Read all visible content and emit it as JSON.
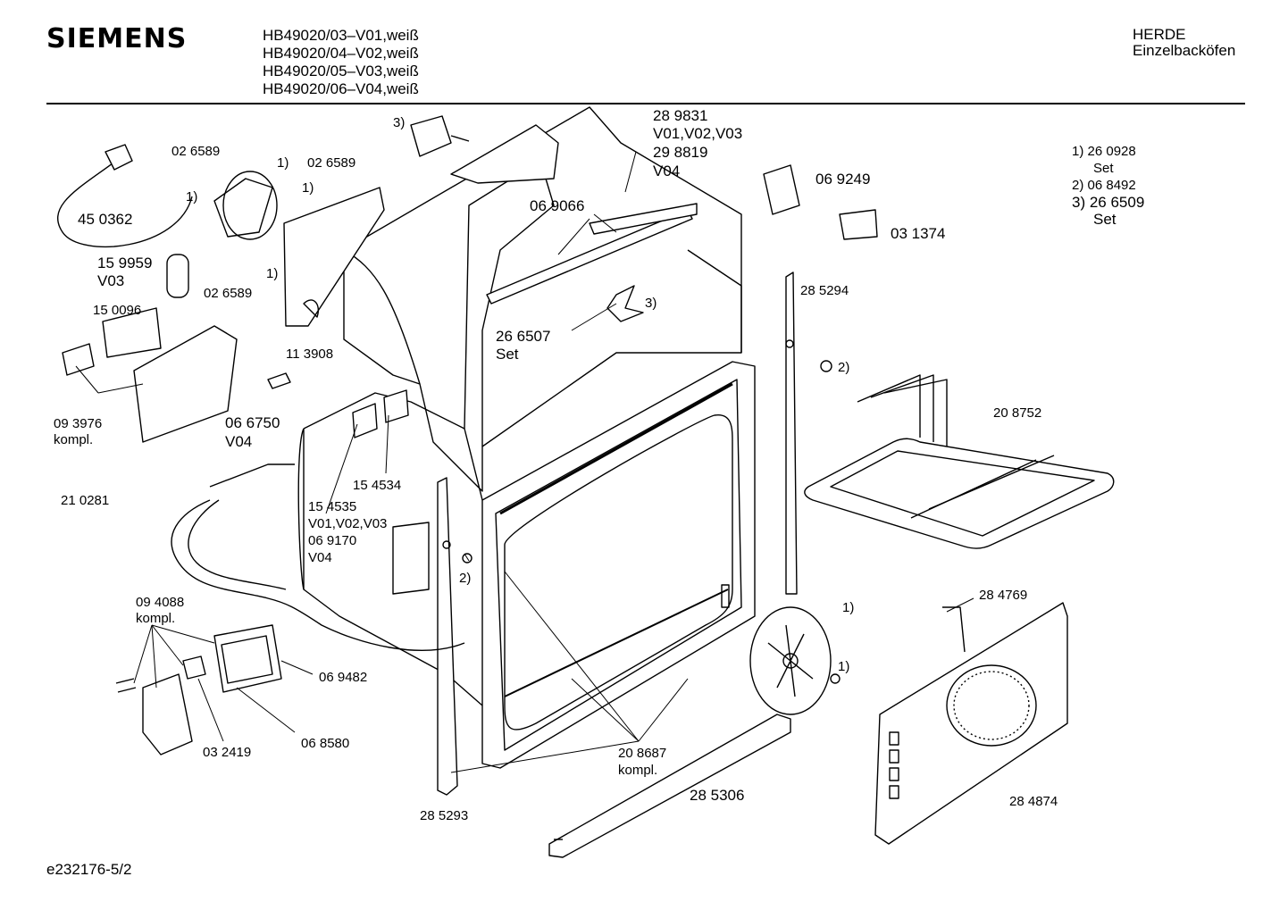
{
  "header": {
    "brand": "SIEMENS",
    "models": [
      "HB49020/03–V01,weiß",
      "HB49020/04–V02,weiß",
      "HB49020/05–V03,weiß",
      "HB49020/06–V04,weiß"
    ],
    "category_line1": "HERDE",
    "category_line2": "Einzelbacköfen"
  },
  "footnotes": [
    {
      "line1": "1)  26 0928",
      "line2": "Set"
    },
    {
      "line1": "2)  06 8492",
      "line2": ""
    },
    {
      "line1": "3)  26 6509",
      "line2": "Set"
    }
  ],
  "footer": {
    "doc_id": "e232176-5/2"
  },
  "callouts": {
    "c1": "02 6589",
    "c1n": "1)",
    "c2": "02 6589",
    "c2n": "1)",
    "c3": "02 6589",
    "c3n": "1)",
    "c3b": "1)",
    "c4": "45 0362",
    "c5a": "15 9959",
    "c5b": "V03",
    "c6": "15 0096",
    "c7": "11 3908",
    "c8a": "09 3976",
    "c8b": "kompl.",
    "c9a": "06 6750",
    "c9b": "V04",
    "c10": "21 0281",
    "c11": "15 4534",
    "c12a": "15 4535",
    "c12b": "V01,V02,V03",
    "c12c": "06 9170",
    "c12d": "V04",
    "c13a": "09 4088",
    "c13b": "kompl.",
    "c14": "06 9482",
    "c15": "06 8580",
    "c16": "03 2419",
    "c17": "3)",
    "c18a": "28 9831",
    "c18b": "V01,V02,V03",
    "c18c": "29 8819",
    "c18d": "V04",
    "c19": "06 9066",
    "c20a": "26 6507",
    "c20b": "Set",
    "c20n": "3)",
    "c21": "06 9249",
    "c22": "03 1374",
    "c23": "28 5294",
    "c24": "2)",
    "c25": "20 8752",
    "c26": "2)",
    "c27": "28 4769",
    "c28": "1)",
    "c29": "1)",
    "c30a": "20 8687",
    "c30b": "kompl.",
    "c31": "28 5306",
    "c32": "28 5293",
    "c33": "28 4874"
  }
}
